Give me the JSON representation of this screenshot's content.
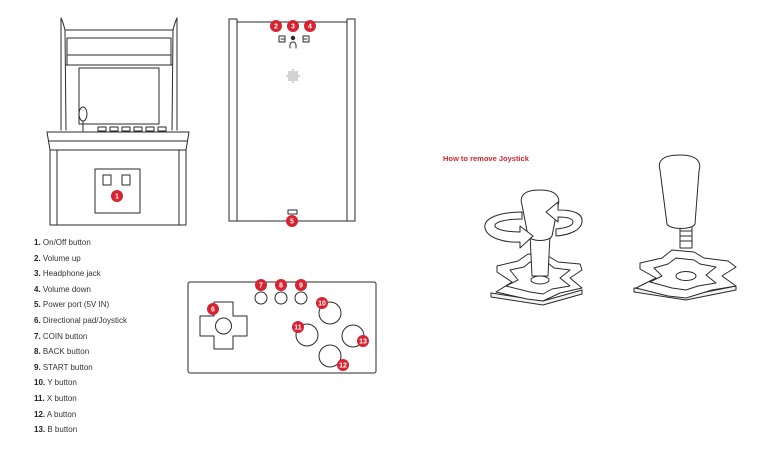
{
  "remove_title": "How to remove Joystick",
  "legend": [
    {
      "num": "1.",
      "label": "On/Off button"
    },
    {
      "num": "2.",
      "label": "Volume up"
    },
    {
      "num": "3.",
      "label": "Headphone jack"
    },
    {
      "num": "4.",
      "label": "Volume down"
    },
    {
      "num": "5.",
      "label": "Power port (5V IN)"
    },
    {
      "num": "6.",
      "label": "Directional pad/Joystick"
    },
    {
      "num": "7.",
      "label": "COIN button"
    },
    {
      "num": "8.",
      "label": "BACK button"
    },
    {
      "num": "9.",
      "label": "START button"
    },
    {
      "num": "10.",
      "label": "Y button"
    },
    {
      "num": "11.",
      "label": "X button"
    },
    {
      "num": "12.",
      "label": "A button"
    },
    {
      "num": "13.",
      "label": "B button"
    }
  ],
  "badges": [
    "1",
    "2",
    "3",
    "4",
    "5",
    "6",
    "7",
    "8",
    "9",
    "10",
    "11",
    "12",
    "13"
  ],
  "colors": {
    "accent": "#d6232f",
    "line": "#2a2a2a"
  }
}
